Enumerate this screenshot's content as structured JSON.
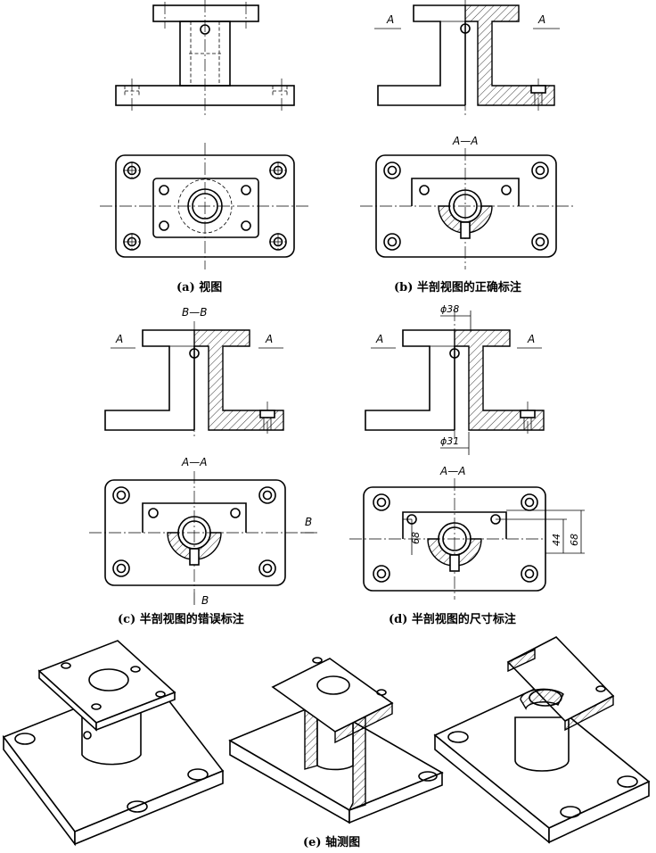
{
  "captions": {
    "a": "(a) 视图",
    "b": "(b) 半剖视图的正确标注",
    "c": "(c) 半剖视图的错误标注",
    "d": "(d) 半剖视图的尺寸标注",
    "e": "(e) 轴测图"
  },
  "section_labels": {
    "cut_plane_letter": "A",
    "section_title_a": "A—A",
    "section_title_b": "B—B",
    "cut_plane_letter_b": "B"
  },
  "dimensions": {
    "top_diameter": "ϕ38",
    "bottom_diameter": "ϕ31",
    "height_left": "68",
    "height_right_1": "44",
    "height_right_2": "68"
  }
}
